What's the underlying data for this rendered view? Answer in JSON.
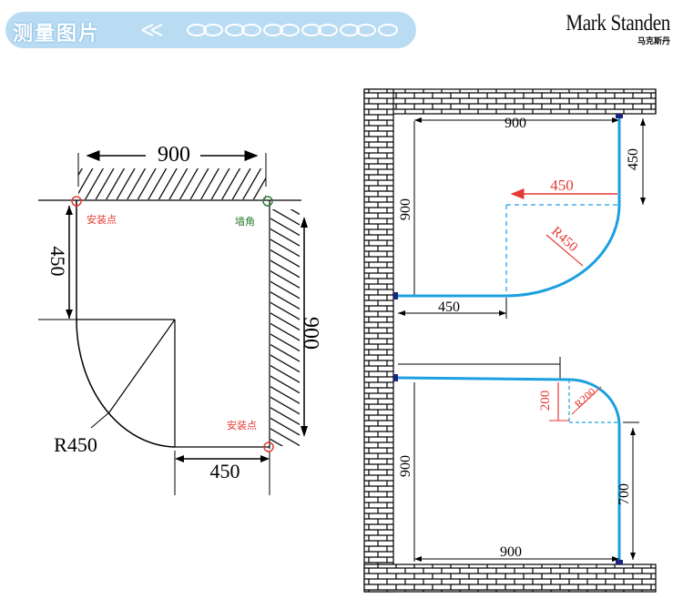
{
  "header": {
    "title": "测量图片",
    "brand_name": "Mark Standen",
    "brand_cn": "马克斯丹"
  },
  "left_diagram": {
    "top_dim": "900",
    "left_dim": "450",
    "right_dim": "900",
    "bottom_dim": "450",
    "radius": "R450",
    "install_point_label": "安装点",
    "wall_corner_label": "墙角"
  },
  "right_top": {
    "top_dim": "900",
    "right_dim": "450",
    "left_dim": "900",
    "inner_dim": "450",
    "bottom_dim": "450",
    "radius": "R450"
  },
  "right_bottom": {
    "height_dim": "200",
    "radius": "R200",
    "left_dim": "900",
    "right_dim": "700",
    "bottom_dim": "900"
  },
  "colors": {
    "banner": "#b9dcf3",
    "accent_red": "#e53935",
    "accent_green": "#2e7d32",
    "blue_line": "#1ca0e0",
    "navy": "#1a237e"
  }
}
